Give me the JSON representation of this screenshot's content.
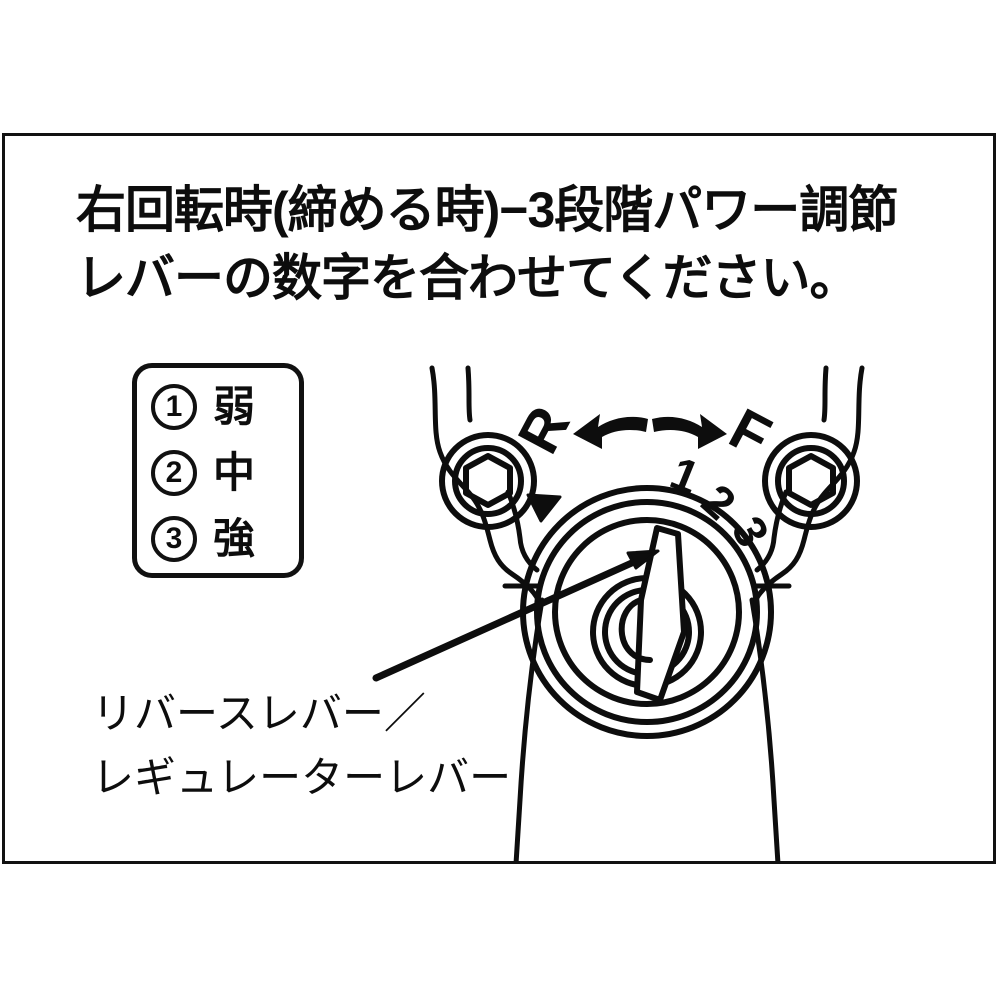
{
  "heading": {
    "line1": "右回転時(締める時)−3段階パワー調節",
    "line2": "レバーの数字を合わせてください。"
  },
  "legend": {
    "rows": [
      {
        "number": "①",
        "plain_number": "1",
        "label": "弱"
      },
      {
        "number": "②",
        "plain_number": "2",
        "label": "中"
      },
      {
        "number": "③",
        "plain_number": "3",
        "label": "強"
      }
    ]
  },
  "caption": {
    "line1": "リバースレバー／",
    "line2": "レギュレーターレバー"
  },
  "diagram": {
    "direction_left": "R",
    "direction_right": "F",
    "scale_marks": [
      "1",
      "2",
      "3"
    ],
    "arrow_icon": "double-headed-curved-arrow",
    "pointer_icon": "triangle-pointer",
    "left_socket_icon": "hex-socket",
    "right_socket_icon": "hex-socket",
    "dial_icon": "rotary-selector-dial",
    "leader_icon": "leader-line-arrow"
  },
  "colors": {
    "ink": "#0d0d0d",
    "frame": "#111111",
    "background": "#ffffff"
  }
}
